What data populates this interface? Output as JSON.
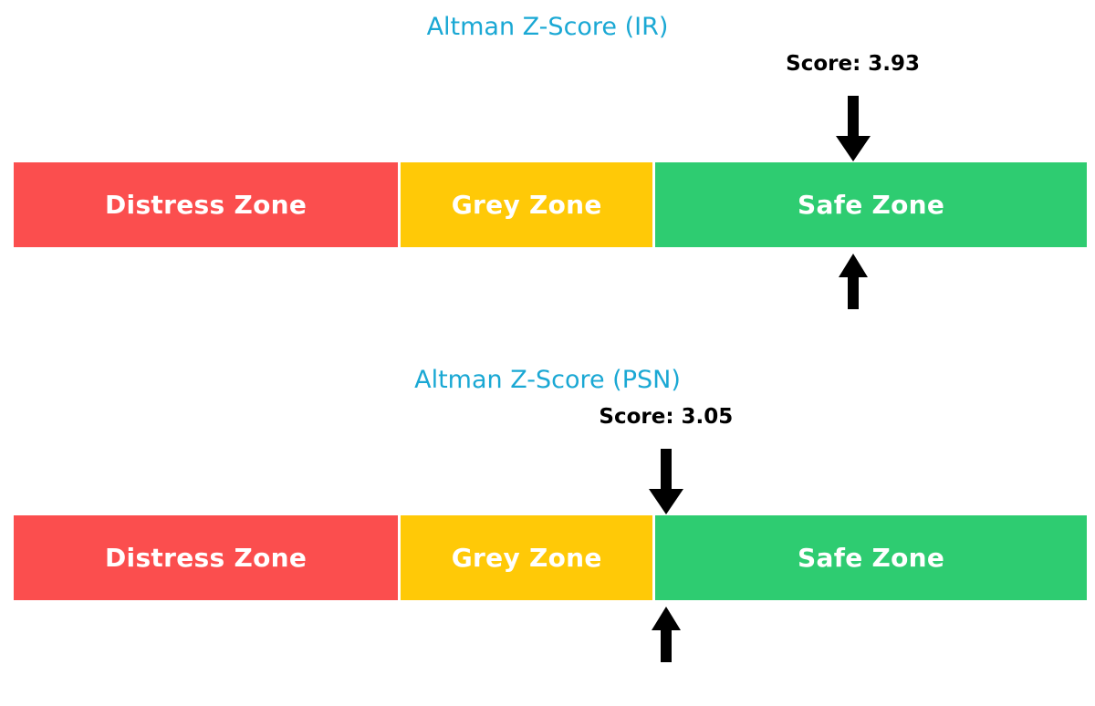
{
  "colors": {
    "distress": "#fb4e4e",
    "grey": "#ffc907",
    "safe": "#2ecc71",
    "title": "#1aa8d4",
    "score_text": "#000000",
    "zone_label": "#ffffff",
    "background": "#ffffff",
    "arrow": "#000000"
  },
  "chart_data": [
    {
      "type": "bar",
      "title": "Altman Z-Score (IR)",
      "orientation": "horizontal",
      "xlabel": "",
      "ylabel": "",
      "grid": false,
      "legend": "none",
      "score_label": "Score: 3.93",
      "score_value": 3.93,
      "marker_position_pct": 78.6,
      "categories": [
        "Distress Zone",
        "Grey Zone",
        "Safe Zone"
      ],
      "values": [
        36.0,
        23.6,
        40.4
      ],
      "segment_colors": [
        "#fb4e4e",
        "#ffc907",
        "#2ecc71"
      ],
      "markers": [
        {
          "name": "down-arrow",
          "direction": "down",
          "position_pct": 78.6
        },
        {
          "name": "up-arrow",
          "direction": "up",
          "position_pct": 78.6
        }
      ]
    },
    {
      "type": "bar",
      "title": "Altman Z-Score (PSN)",
      "orientation": "horizontal",
      "xlabel": "",
      "ylabel": "",
      "grid": false,
      "legend": "none",
      "score_label": "Score: 3.05",
      "score_value": 3.05,
      "marker_position_pct": 61.1,
      "categories": [
        "Distress Zone",
        "Grey Zone",
        "Safe Zone"
      ],
      "values": [
        36.0,
        23.6,
        40.4
      ],
      "segment_colors": [
        "#fb4e4e",
        "#ffc907",
        "#2ecc71"
      ],
      "markers": [
        {
          "name": "down-arrow",
          "direction": "down",
          "position_pct": 61.1
        },
        {
          "name": "up-arrow",
          "direction": "up",
          "position_pct": 61.1
        }
      ]
    }
  ]
}
